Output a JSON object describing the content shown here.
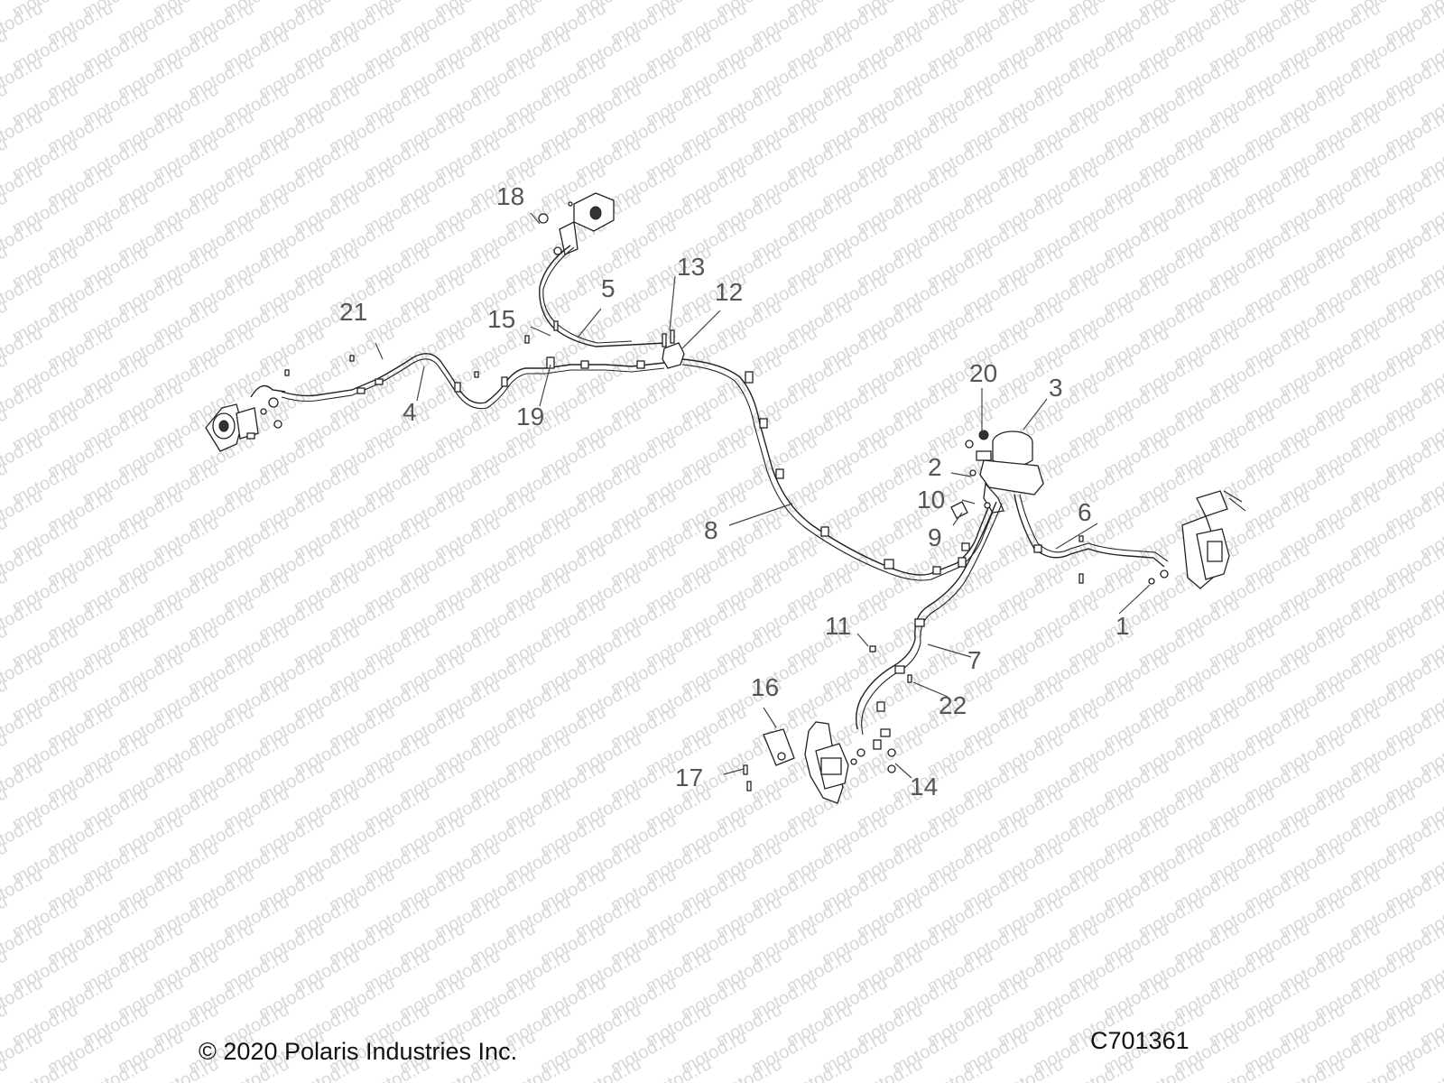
{
  "watermark": {
    "text": "motod.ru"
  },
  "callouts": {
    "c1": "1",
    "c2": "2",
    "c3": "3",
    "c4": "4",
    "c5": "5",
    "c6": "6",
    "c7": "7",
    "c8": "8",
    "c9": "9",
    "c10": "10",
    "c11": "11",
    "c12": "12",
    "c13": "13",
    "c14": "14",
    "c15": "15",
    "c16": "16",
    "c17": "17",
    "c18": "18",
    "c19": "19",
    "c20": "20",
    "c21": "21",
    "c22": "22"
  },
  "footer": {
    "copyright": "© 2020 Polaris Industries Inc.",
    "code": "C701361"
  }
}
